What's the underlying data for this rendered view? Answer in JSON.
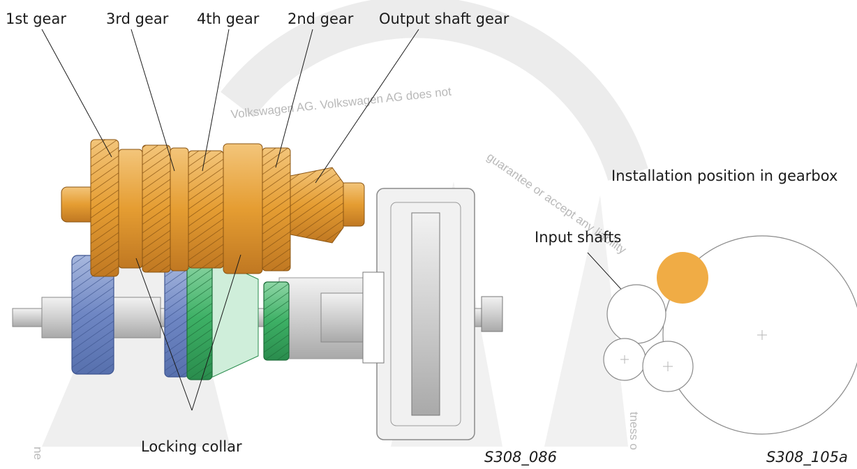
{
  "labels": {
    "gear1": "1st gear",
    "gear3": "3rd gear",
    "gear4": "4th gear",
    "gear2": "2nd gear",
    "output": "Output shaft gear",
    "installation": "Installation position in gearbox",
    "input_shafts": "Input shafts",
    "locking_collar": "Locking collar",
    "code_left": "S308_086",
    "code_right": "S308_105a"
  },
  "watermark": {
    "line1": "Volkswagen AG. Volkswagen AG does not",
    "line2": "guarantee or accept any liability",
    "line3": "tness o",
    "line4": "ne"
  },
  "colors": {
    "gold": "#e9a43c",
    "gold_dark": "#b8721a",
    "blue": "#7b93c9",
    "green": "#3db065",
    "grey": "#d8d8d8",
    "orange_shaft": "#f0ac45"
  }
}
